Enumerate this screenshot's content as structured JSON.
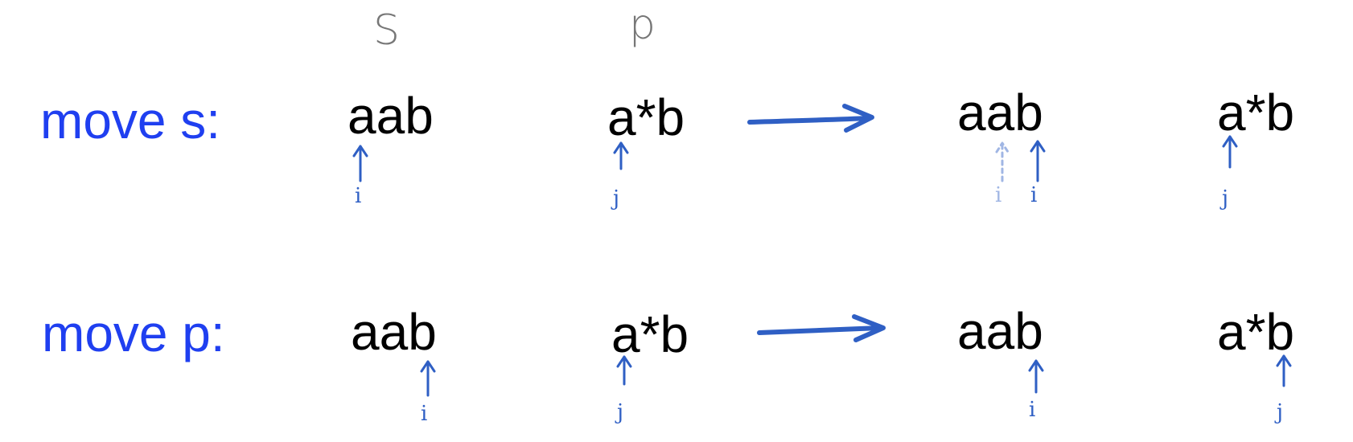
{
  "colors": {
    "label": "#1f3ff0",
    "text": "#000000",
    "ink": "#2f5fc4",
    "header": "#777777"
  },
  "header": {
    "s": "S",
    "p": "p"
  },
  "rows": [
    {
      "label": "move s:",
      "left": {
        "s": "aab",
        "p": "a*b",
        "i": "i",
        "j": "j"
      },
      "right": {
        "s": "aab",
        "p": "a*b",
        "i": "i",
        "i_prev": "i",
        "j": "j"
      }
    },
    {
      "label": "move p:",
      "left": {
        "s": "aab",
        "p": "a*b",
        "i": "i",
        "j": "j"
      },
      "right": {
        "s": "aab",
        "p": "a*b",
        "i": "i",
        "j": "j"
      }
    }
  ]
}
